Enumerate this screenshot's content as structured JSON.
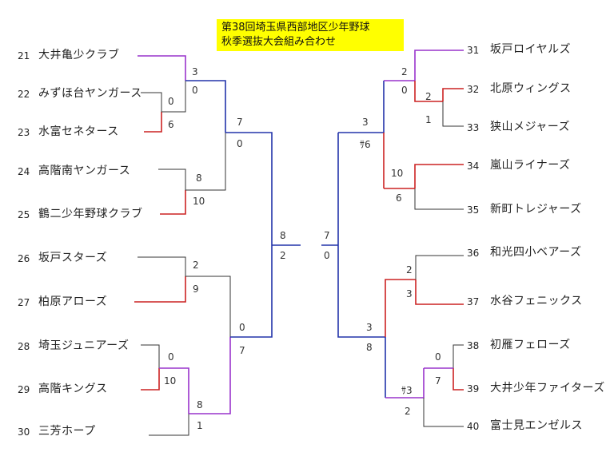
{
  "title": {
    "line1": "第38回埼玉県西部地区少年野球",
    "line2": "秋季選抜大会組み合わせ"
  },
  "colors": {
    "winner_first": "#cc2222",
    "winner_second": "#9933cc",
    "winner_upper": "#2233aa",
    "loss": "#333333"
  },
  "left_teams": [
    {
      "num": "21",
      "name": "大井亀少クラブ"
    },
    {
      "num": "22",
      "name": "みずほ台ヤンガース"
    },
    {
      "num": "23",
      "name": "水富セネタース"
    },
    {
      "num": "24",
      "name": "高階南ヤンガース"
    },
    {
      "num": "25",
      "name": "鶴二少年野球クラブ"
    },
    {
      "num": "26",
      "name": "坂戸スターズ"
    },
    {
      "num": "27",
      "name": "柏原アローズ"
    },
    {
      "num": "28",
      "name": "埼玉ジュニアーズ"
    },
    {
      "num": "29",
      "name": "高階キングス"
    },
    {
      "num": "30",
      "name": "三芳ホープ"
    }
  ],
  "right_teams": [
    {
      "num": "31",
      "name": "坂戸ロイヤルズ"
    },
    {
      "num": "32",
      "name": "北原ウィングス"
    },
    {
      "num": "33",
      "name": "狭山メジャーズ"
    },
    {
      "num": "34",
      "name": "嵐山ライナーズ"
    },
    {
      "num": "35",
      "name": "新町トレジャーズ"
    },
    {
      "num": "36",
      "name": "和光四小ベアーズ"
    },
    {
      "num": "37",
      "name": "水谷フェニックス"
    },
    {
      "num": "38",
      "name": "初雁フェローズ"
    },
    {
      "num": "39",
      "name": "大井少年ファイターズ"
    },
    {
      "num": "40",
      "name": "富士見エンゼルス"
    }
  ],
  "scores": {
    "l1": "3",
    "l2": "0",
    "l3": "0",
    "l4": "6",
    "l5": "7",
    "l6": "0",
    "l7": "8",
    "l8": "10",
    "l9": "2",
    "l10": "9",
    "l11": "0",
    "l12": "7",
    "l13": "0",
    "l14": "10",
    "l15": "8",
    "l16": "1",
    "l17": "8",
    "l18": "2",
    "r1": "7",
    "r2": "0",
    "r3": "2",
    "r4": "0",
    "r5": "2",
    "r6": "1",
    "r7": "3",
    "r8": "ｻ6",
    "r9": "10",
    "r10": "6",
    "r11": "2",
    "r12": "3",
    "r13": "3",
    "r14": "8",
    "r15": "0",
    "r16": "7",
    "r17": "ｻ3",
    "r18": "2"
  }
}
